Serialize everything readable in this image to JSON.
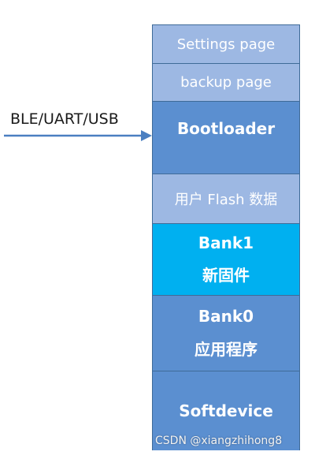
{
  "arrow": {
    "label": "BLE/UART/USB"
  },
  "memory_map": {
    "blocks": [
      {
        "lines": [
          "Settings page"
        ]
      },
      {
        "lines": [
          "backup page"
        ]
      },
      {
        "lines": [
          "Bootloader"
        ]
      },
      {
        "lines": [
          "用户 Flash 数据"
        ]
      },
      {
        "lines": [
          "Bank1",
          "新固件"
        ]
      },
      {
        "lines": [
          "Bank0",
          "应用程序"
        ]
      },
      {
        "lines": [
          "Softdevice"
        ]
      }
    ]
  },
  "colors": {
    "light_block": "#9db8e3",
    "mid_block": "#5b8fd0",
    "bright_block": "#00b0f0",
    "arrow": "#4a7fc1",
    "border": "#3f6b98"
  },
  "watermark": "CSDN @xiangzhihong8"
}
